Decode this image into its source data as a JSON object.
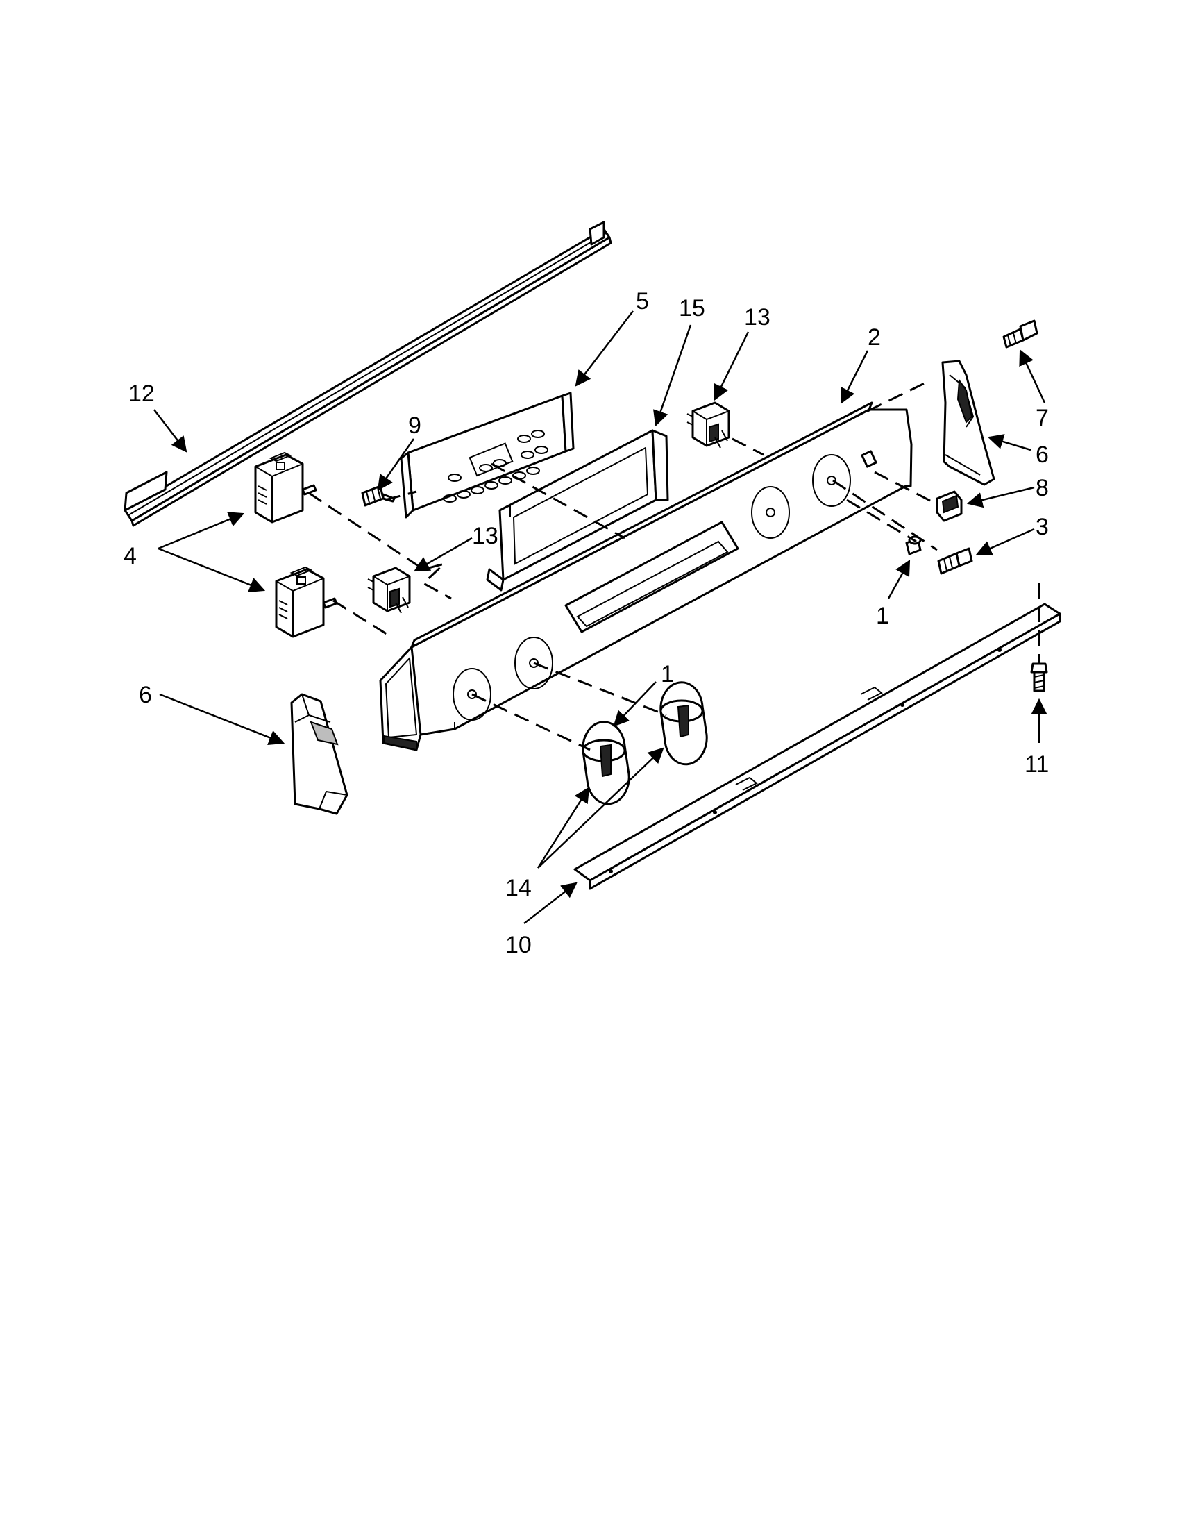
{
  "callouts": [
    {
      "id": "c12",
      "label": "12"
    },
    {
      "id": "c5",
      "label": "5"
    },
    {
      "id": "c15",
      "label": "15"
    },
    {
      "id": "c13a",
      "label": "13"
    },
    {
      "id": "c2",
      "label": "2"
    },
    {
      "id": "c7",
      "label": "7"
    },
    {
      "id": "c6a",
      "label": "6"
    },
    {
      "id": "c8",
      "label": "8"
    },
    {
      "id": "c3",
      "label": "3"
    },
    {
      "id": "c9",
      "label": "9"
    },
    {
      "id": "c4",
      "label": "4"
    },
    {
      "id": "c13b",
      "label": "13"
    },
    {
      "id": "c1a",
      "label": "1"
    },
    {
      "id": "c1b",
      "label": "1"
    },
    {
      "id": "c6b",
      "label": "6"
    },
    {
      "id": "c14",
      "label": "14"
    },
    {
      "id": "c10",
      "label": "10"
    },
    {
      "id": "c11",
      "label": "11"
    }
  ]
}
